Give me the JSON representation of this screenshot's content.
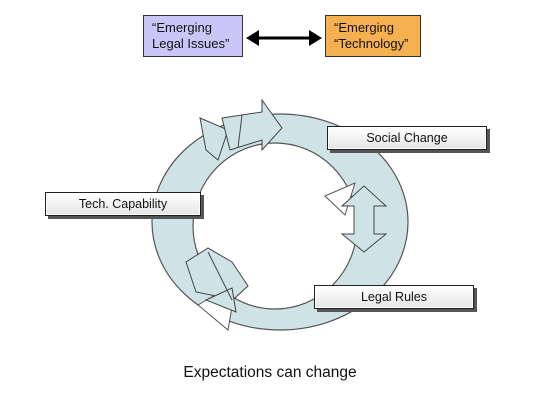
{
  "top": {
    "left_box": {
      "line1": "“Emerging",
      "line2": "Legal Issues”",
      "fill": "#c8c8f8"
    },
    "right_box": {
      "line1": "“Emerging",
      "line2": "“Technology”",
      "fill": "#f5b050"
    }
  },
  "cycle": {
    "ring_fill": "#cfe3e6",
    "labels": {
      "social_change": "Social Change",
      "tech_capability": "Tech. Capability",
      "legal_rules": "Legal Rules"
    }
  },
  "caption": "Expectations can change"
}
